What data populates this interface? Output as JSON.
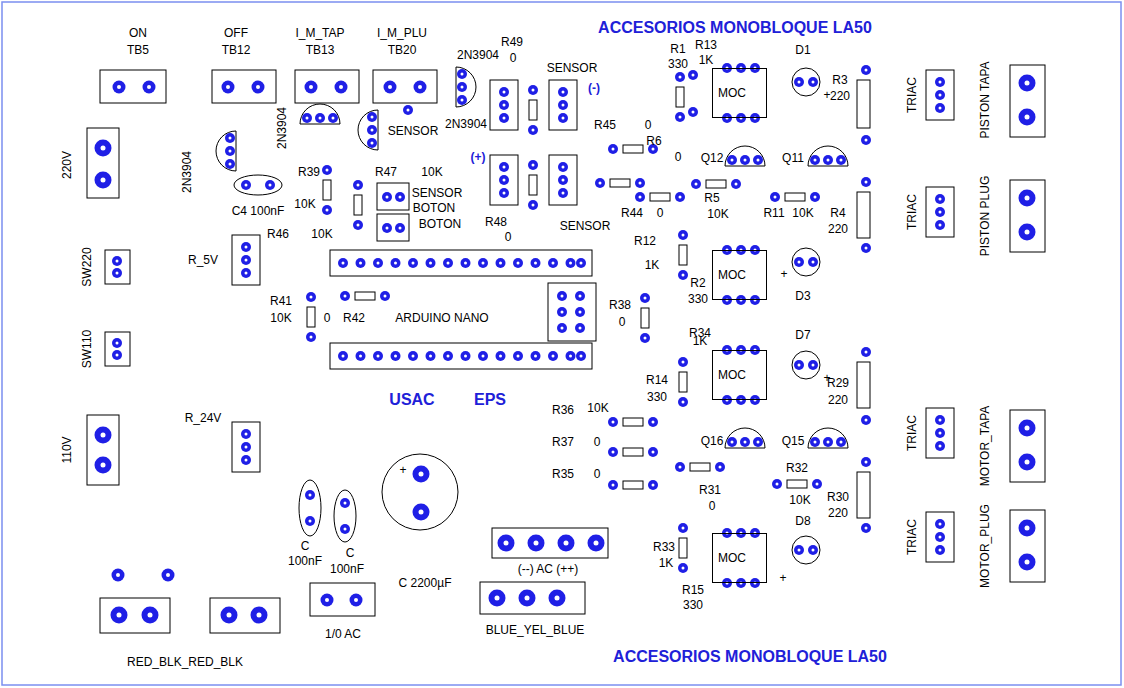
{
  "diagram": {
    "nodes": [
      {
        "text": [
          "MOC"
        ]
      },
      {
        "text": [
          "MOC"
        ]
      },
      {
        "text": [
          "MOC"
        ]
      },
      {
        "text": [
          "MOC"
        ]
      }
    ],
    "labels": [
      "ON",
      "TB5",
      "OFF",
      "TB12",
      "I_M_TAP",
      "TB13",
      "I_M_PLU",
      "TB20",
      "2N3904",
      "R49",
      "0",
      "ACCESORIOS MONOBLOQUE LA50",
      "SENSOR",
      "(-)",
      "R1",
      "330",
      "R13",
      "1K",
      "D1",
      "+",
      "R3",
      "220",
      "TRIAC",
      "PISTON TAPA",
      "2N3904",
      "2N3904",
      "2N3904",
      "SENSOR",
      "220V",
      "R45",
      "0",
      "Q12",
      "Q11",
      "R6",
      "0",
      "(+)",
      "R39",
      "10K",
      "R47",
      "10K",
      "SENSOR",
      "BOTON",
      "BOTON",
      "R48",
      "0",
      "SENSOR",
      "C4 100nF",
      "R46",
      "10K",
      "R44",
      "0",
      "R5",
      "10K",
      "R11",
      "10K",
      "R4",
      "220",
      "TRIAC",
      "PISTON PLUG",
      "R12",
      "1K",
      "R2",
      "330",
      "D3",
      "+",
      "R_5V",
      "SW220",
      "R41",
      "10K",
      "0",
      "R42",
      "ARDUINO NANO",
      "R38",
      "0",
      "SW110",
      "R34",
      "1K",
      "D7",
      "+",
      "R29",
      "220",
      "TRIAC",
      "MOTOR_TAPA",
      "R14",
      "330",
      "110V",
      "R_24V",
      "USAC",
      "EPS",
      "R36",
      "10K",
      "R37",
      "0",
      "R35",
      "0",
      "Q16",
      "Q15",
      "R31",
      "0",
      "R32",
      "10K",
      "R30",
      "220",
      "TRIAC",
      "MOTOR_PLUG",
      "C",
      "100nF",
      "C",
      "100nF",
      "C 2200µF",
      "+",
      "(--) AC (++)",
      "R33",
      "1K",
      "D8",
      "+",
      "R15",
      "330",
      "RED_BLK_RED_BLK",
      "1/0 AC",
      "BLUE_YEL_BLUE",
      "ACCESORIOS MONOBLOQUE LA50"
    ]
  }
}
